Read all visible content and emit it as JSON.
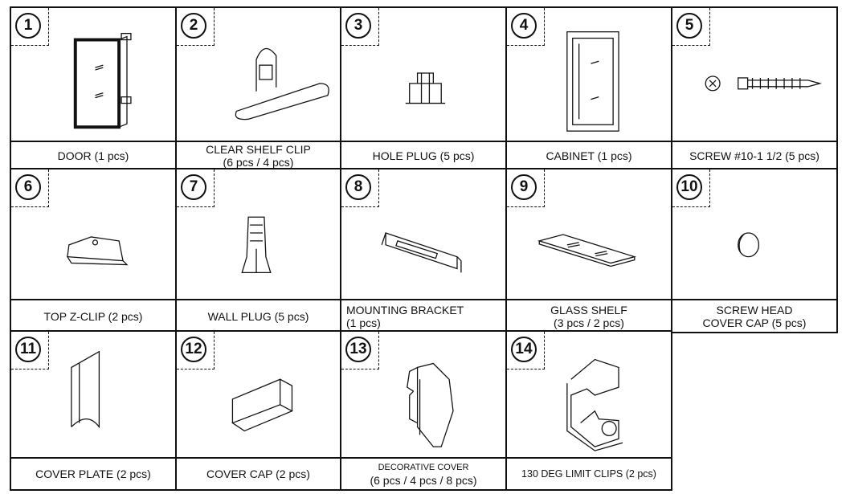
{
  "parts": [
    {
      "number": "1",
      "label": [
        "DOOR (1 pcs)"
      ],
      "icon": "door-icon"
    },
    {
      "number": "2",
      "label": [
        "CLEAR SHELF CLIP",
        "(6 pcs / 4 pcs)"
      ],
      "icon": "shelf-clip-icon"
    },
    {
      "number": "3",
      "label": [
        "HOLE PLUG (5 pcs)"
      ],
      "icon": "hole-plug-icon"
    },
    {
      "number": "4",
      "label": [
        "CABINET (1 pcs)"
      ],
      "icon": "cabinet-icon"
    },
    {
      "number": "5",
      "label": [
        "SCREW #10-1 1/2 (5 pcs)"
      ],
      "icon": "screw-icon"
    },
    {
      "number": "6",
      "label": [
        "TOP Z-CLIP (2 pcs)"
      ],
      "icon": "z-clip-icon"
    },
    {
      "number": "7",
      "label": [
        "WALL PLUG (5 pcs)"
      ],
      "icon": "wall-plug-icon"
    },
    {
      "number": "8",
      "label": [
        "MOUNTING BRACKET",
        "(1 pcs)"
      ],
      "icon": "mounting-bracket-icon"
    },
    {
      "number": "9",
      "label": [
        "GLASS SHELF",
        "(3 pcs / 2 pcs)"
      ],
      "icon": "glass-shelf-icon"
    },
    {
      "number": "10",
      "label": [
        "SCREW HEAD",
        "COVER CAP (5 pcs)"
      ],
      "icon": "cover-cap-round-icon"
    },
    {
      "number": "11",
      "label": [
        "COVER PLATE (2 pcs)"
      ],
      "icon": "cover-plate-icon"
    },
    {
      "number": "12",
      "label": [
        "COVER CAP (2 pcs)"
      ],
      "icon": "cover-cap-icon"
    },
    {
      "number": "13",
      "label": [
        "DECORATIVE COVER",
        "(6 pcs / 4 pcs / 8 pcs)"
      ],
      "icon": "decorative-cover-icon"
    },
    {
      "number": "14",
      "label": [
        "130 DEG LIMIT CLIPS (2 pcs)"
      ],
      "icon": "limit-clip-icon"
    }
  ]
}
